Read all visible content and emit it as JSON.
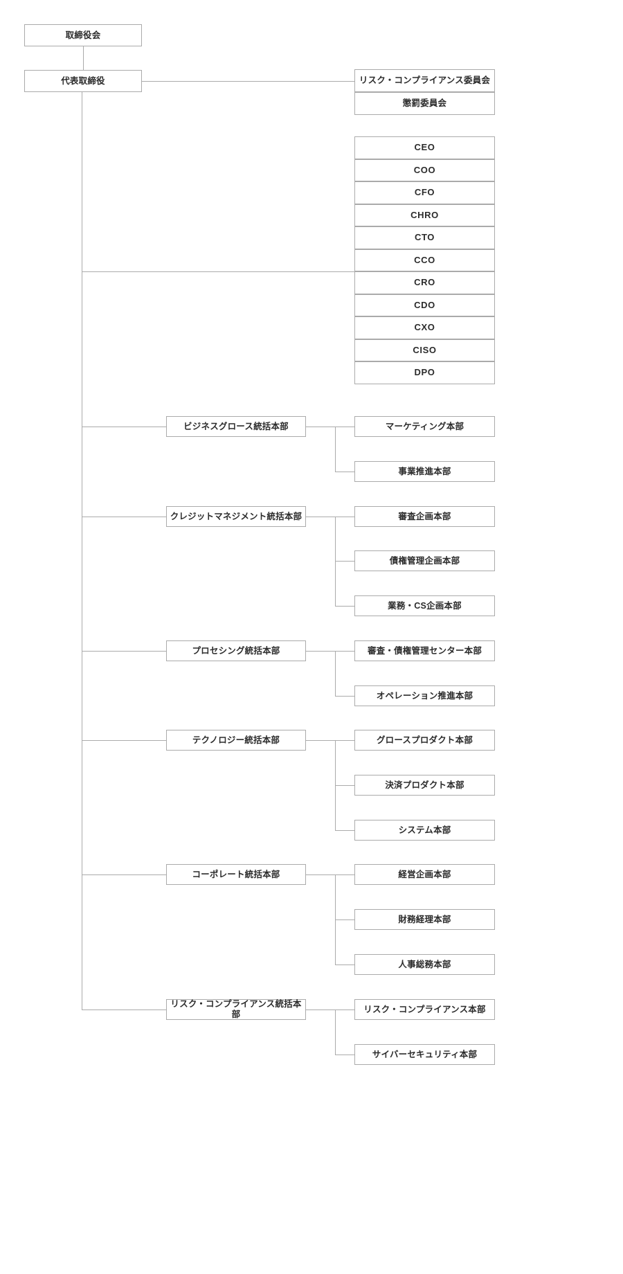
{
  "meta": {
    "title": "組織図",
    "line_color": "#aaaaaa",
    "text_color": "#2b2b2b",
    "background": "#ffffff"
  },
  "top": {
    "board": "取締役会",
    "representative_director": "代表取締役"
  },
  "committees": [
    "リスク・コンプライアンス委員会",
    "懲罰委員会"
  ],
  "officers": [
    "CEO",
    "COO",
    "CFO",
    "CHRO",
    "CTO",
    "CCO",
    "CRO",
    "CDO",
    "CXO",
    "CISO",
    "DPO"
  ],
  "divisions": [
    {
      "name": "ビジネスグロース統括本部",
      "children": [
        "マーケティング本部",
        "事業推進本部"
      ]
    },
    {
      "name": "クレジットマネジメント統括本部",
      "children": [
        "審査企画本部",
        "債権管理企画本部",
        "業務・CS企画本部"
      ]
    },
    {
      "name": "プロセシング統括本部",
      "children": [
        "審査・債権管理センター本部",
        "オペレーション推進本部"
      ]
    },
    {
      "name": "テクノロジー統括本部",
      "children": [
        "グロースプロダクト本部",
        "決済プロダクト本部",
        "システム本部"
      ]
    },
    {
      "name": "コーポレート統括本部",
      "children": [
        "経営企画本部",
        "財務経理本部",
        "人事総務本部"
      ]
    },
    {
      "name": "リスク・コンプライアンス統括本部",
      "children": [
        "リスク・コンプライアンス本部",
        "サイバーセキュリティ本部"
      ]
    }
  ]
}
